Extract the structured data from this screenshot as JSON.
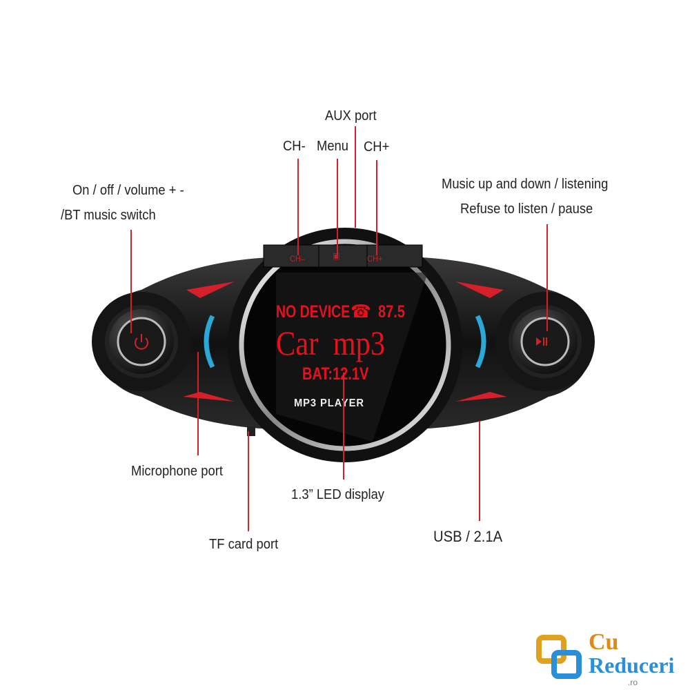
{
  "labels": {
    "aux": "AUX port",
    "ch_minus": "CH-",
    "menu": "Menu",
    "ch_plus": "CH+",
    "power_1": "On / off / volume + -",
    "power_2": "/BT music switch",
    "music_1": "Music up and down / listening",
    "music_2": "Refuse to listen / pause",
    "mic": "Microphone port",
    "display": "1.3” LED display",
    "tf": "TF card port",
    "usb": "USB / 2.1A"
  },
  "device": {
    "btn_ch_minus": "CH–",
    "btn_ch_plus": "CH+",
    "screen_line1": "NO DEVICE",
    "screen_freq": "87.5",
    "screen_line2": "Car  mp3",
    "screen_line3": "BAT:12.1V",
    "brand": "MP3 PLAYER"
  },
  "logo": {
    "cu": "Cu",
    "reduceri": "Reduceri",
    "tld": ".ro"
  },
  "colors": {
    "accent": "#d5202a",
    "screen_text": "#e8101c",
    "body": "#1a1a1a"
  }
}
